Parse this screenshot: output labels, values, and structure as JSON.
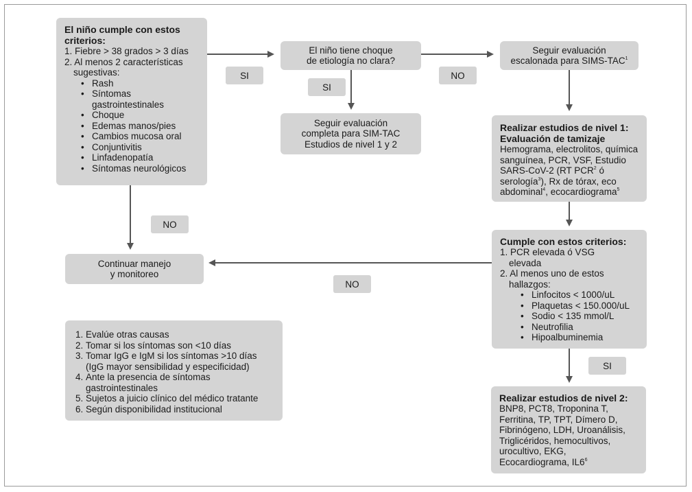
{
  "criteria_box": {
    "title": "El niño cumple con estos criterios:",
    "item1": "1. Fiebre > 38 grados > 3 días",
    "item2": "2. Al menos 2 características sugestivas:",
    "features": [
      "Rash",
      "Síntomas gastrointestinales",
      "Choque",
      "Edemas manos/pies",
      "Cambios mucosa oral",
      "Conjuntivitis",
      "Linfadenopatía",
      "Síntomas neurológicos"
    ]
  },
  "shock_box": {
    "line1": "El niño tiene choque",
    "line2": "de etiología no clara?"
  },
  "staged_box": {
    "line1": "Seguir evaluación",
    "line2": "escalonada para SIMS-TAC",
    "sup": "1"
  },
  "complete_box": {
    "line1": "Seguir evaluación",
    "line2": "completa para SIM-TAC",
    "line3": "Estudios de nivel 1 y 2"
  },
  "level1_box": {
    "title": "Realizar estudios de nivel 1: Evaluación de tamizaje",
    "text_a": "Hemograma, electrolitos, química sanguínea, PCR, VSF, Estudio SARS-CoV-2 (RT PCR",
    "sup_a": "2",
    "text_b": " ó serología",
    "sup_b": "3",
    "text_c": "), Rx de tórax, eco abdominal",
    "sup_c": "4",
    "text_d": ", ecocardiograma",
    "sup_d": "5"
  },
  "meets_box": {
    "title": "Cumple con estos criterios:",
    "item1": "1. PCR elevada ó VSG elevada",
    "item2": "2. Al menos uno de estos hallazgos:",
    "findings": [
      "Linfocitos < 1000/uL",
      "Plaquetas < 150.000/uL",
      "Sodio < 135 mmol/L",
      "Neutrofilia",
      "Hipoalbuminemia"
    ]
  },
  "continue_box": {
    "line1": "Continuar manejo",
    "line2": "y monitoreo"
  },
  "level2_box": {
    "title": "Realizar estudios de nivel 2:",
    "text": "BNP8, PCT8, Troponina T, Ferritina, TP, TPT, Dímero D, Fibrinógeno, LDH, Uroanálisis, Triglicéridos, hemocultivos, urocultivo, EKG, Ecocardiograma, IL6",
    "sup": "6"
  },
  "notes_box": {
    "items": [
      "Evalúe otras causas",
      "Tomar si los síntomas son <10 días",
      "Tomar IgG e IgM si los síntomas >10 días (IgG mayor sensibilidad y especificidad)",
      "Ante la presencia de síntomas gastrointestinales",
      "Sujetos a juicio clínico del médico tratante",
      "Según disponibilidad institucional"
    ]
  },
  "labels": {
    "si_1": "SI",
    "si_2": "SI",
    "no_1": "NO",
    "no_2": "NO",
    "no_3": "NO",
    "si_3": "SI"
  },
  "colors": {
    "box_fill": "#d4d4d4",
    "arrow": "#555555",
    "frame": "#9a9a9a",
    "text": "#1a1a1a"
  }
}
